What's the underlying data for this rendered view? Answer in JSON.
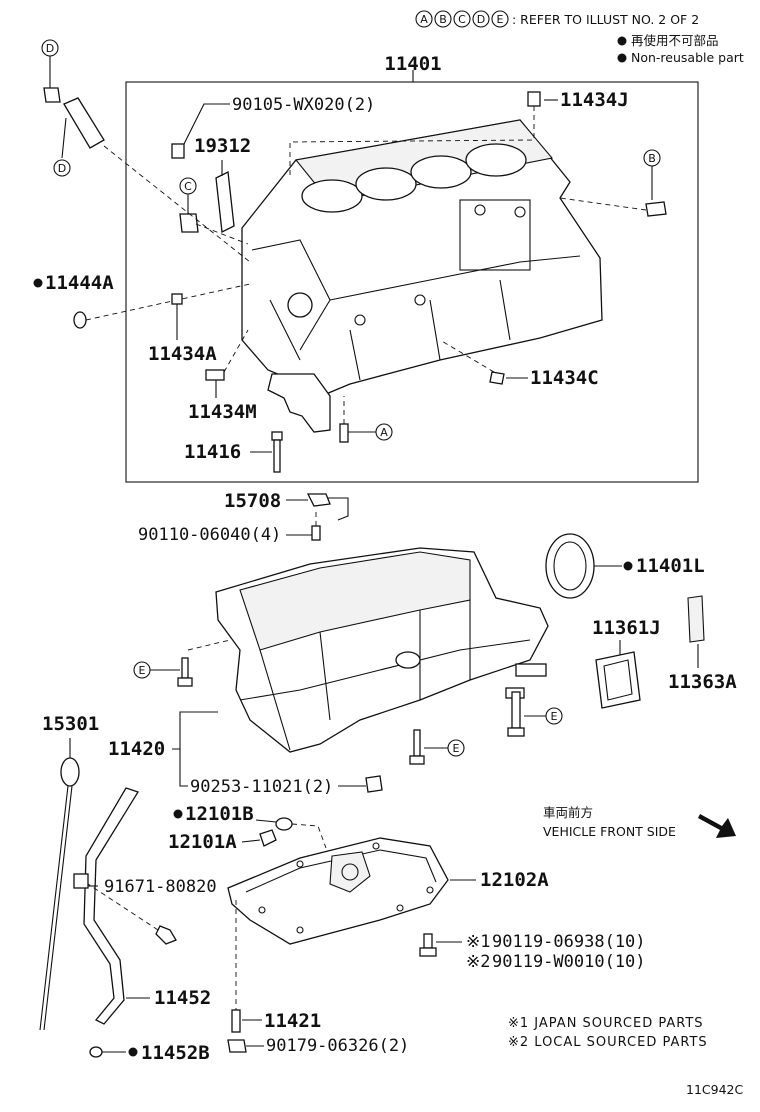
{
  "legend": {
    "letters": [
      "A",
      "B",
      "C",
      "D",
      "E"
    ],
    "refer_text": ": REFER TO ILLUST NO. 2 OF 2",
    "nonreusable_jp": "再使用不可部品",
    "nonreusable_en": "Non-reusable part"
  },
  "parts": {
    "p11401": "11401",
    "p90105": "90105-WX020(2)",
    "p11434J": "11434J",
    "p19312": "19312",
    "p11444A": "11444A",
    "p11434A": "11434A",
    "p11434C": "11434C",
    "p11434M": "11434M",
    "p11416": "11416",
    "p15708": "15708",
    "p90110": "90110-06040(4)",
    "p11401L": "11401L",
    "p11361J": "11361J",
    "p11363A": "11363A",
    "p15301": "15301",
    "p11420": "11420",
    "p90253": "90253-11021(2)",
    "p12101B": "12101B",
    "p12101A": "12101A",
    "p91671": "91671-80820",
    "p12102A": "12102A",
    "p90119a_mark": "※1",
    "p90119a": "90119-06938(10)",
    "p90119b_mark": "※2",
    "p90119b": "90119-W0010(10)",
    "p11452": "11452",
    "p11421": "11421",
    "p90179": "90179-06326(2)",
    "p11452B": "11452B"
  },
  "callouts": {
    "d_top": "D",
    "d_bottom": "D",
    "c_left": "C",
    "b_right": "B",
    "a_bottom": "A",
    "e_left": "E",
    "e_right": "E",
    "e_mid": "E"
  },
  "front": {
    "jp": "車両前方",
    "en": "VEHICLE FRONT SIDE"
  },
  "footnotes": {
    "n1": "※1 JAPAN SOURCED PARTS",
    "n2": "※2 LOCAL SOURCED PARTS"
  },
  "illus_id": "11C942C"
}
